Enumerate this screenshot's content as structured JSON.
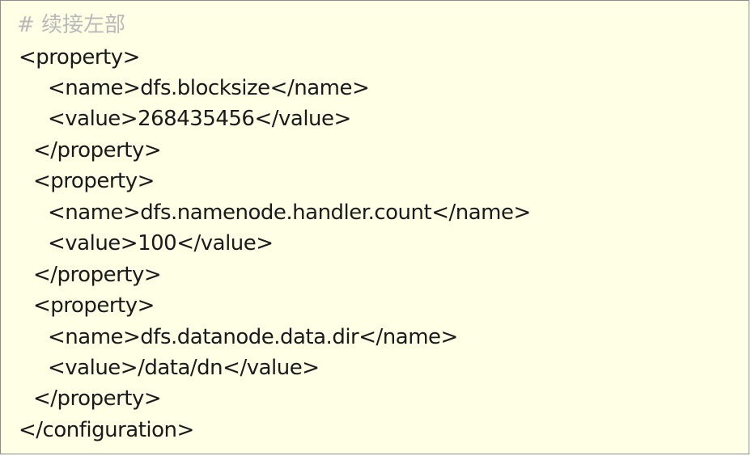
{
  "lines": [
    {
      "text": "# 续接左部",
      "kind": "comment"
    },
    {
      "text": "<property>",
      "indent": 0
    },
    {
      "text": "<name>dfs.blocksize</name>",
      "indent": 2
    },
    {
      "text": "<value>268435456</value>",
      "indent": 2
    },
    {
      "text": "</property>",
      "indent": 1
    },
    {
      "text": "<property>",
      "indent": 1
    },
    {
      "text": "<name>dfs.namenode.handler.count</name>",
      "indent": 2
    },
    {
      "text": "<value>100</value>",
      "indent": 2
    },
    {
      "text": "</property>",
      "indent": 1
    },
    {
      "text": "<property>",
      "indent": 1
    },
    {
      "text": "<name>dfs.datanode.data.dir</name>",
      "indent": 2
    },
    {
      "text": "<value>/data/dn</value>",
      "indent": 2
    },
    {
      "text": "</property>",
      "indent": 1
    },
    {
      "text": "</configuration>",
      "indent": 0
    }
  ]
}
